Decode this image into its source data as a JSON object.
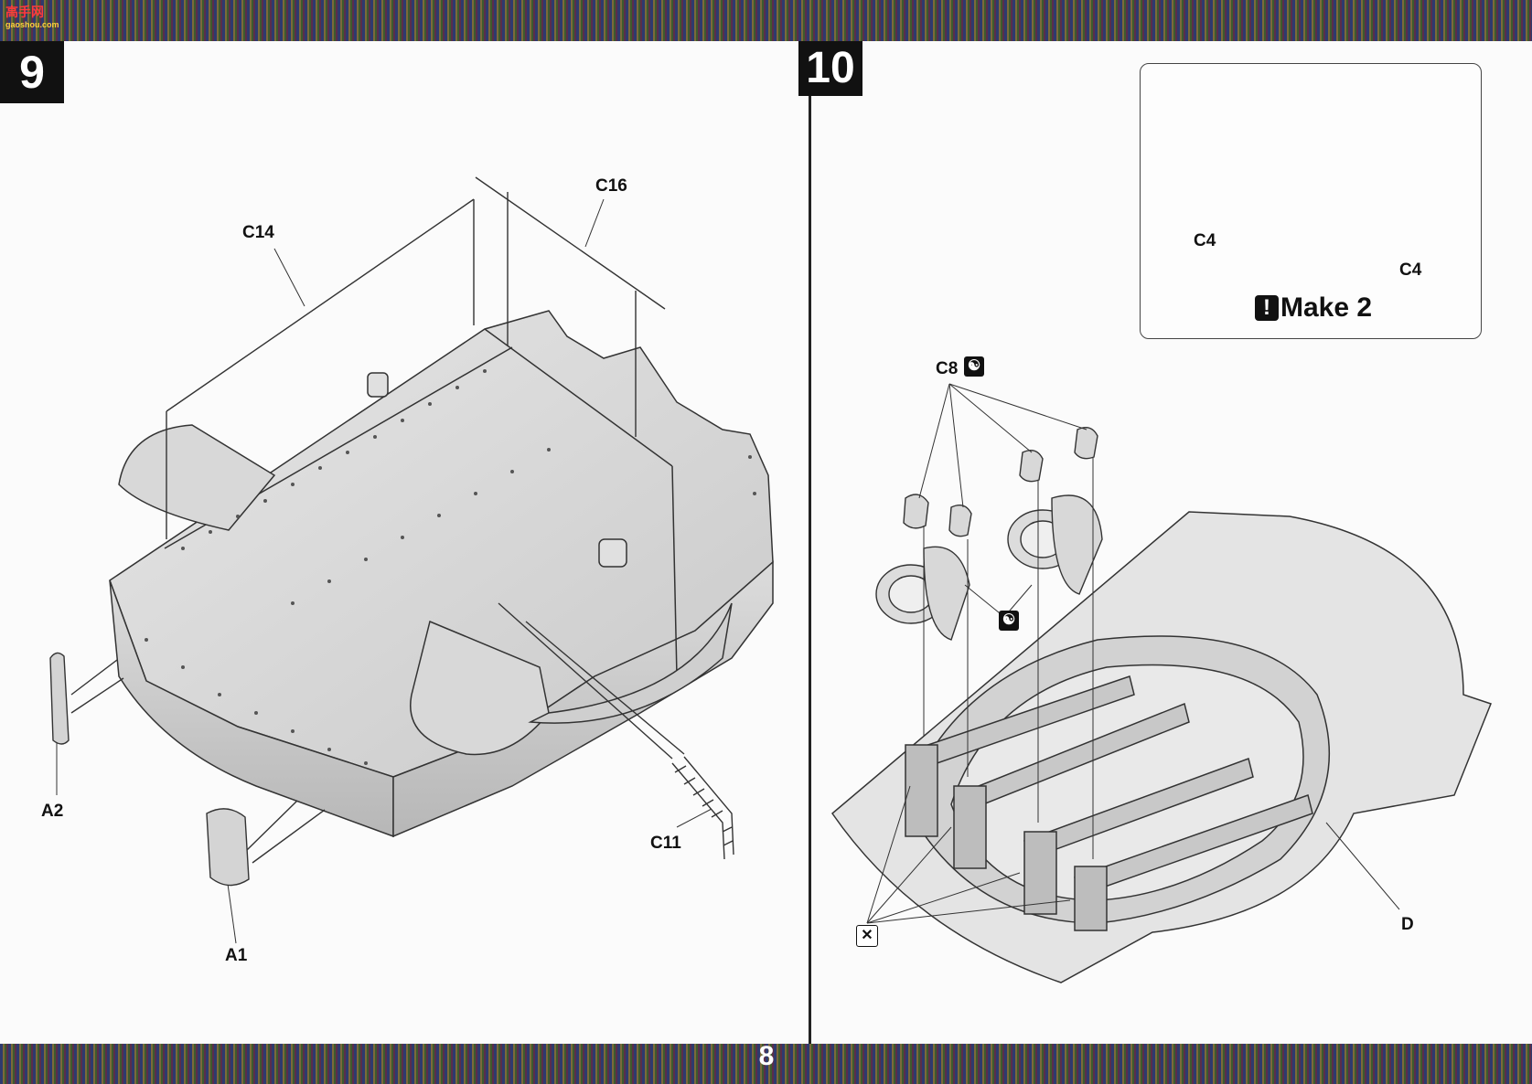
{
  "watermark": {
    "brand_top": "高手网",
    "brand_bottom": "gaoshou.com"
  },
  "page_number": "8",
  "step9": {
    "number": "9",
    "parts": {
      "c14": "C14",
      "c16": "C16",
      "a2": "A2",
      "a1": "A1",
      "c11": "C11"
    }
  },
  "step10": {
    "number": "10",
    "parts": {
      "c8": "C8",
      "c4_left": "C4",
      "c4_right": "C4",
      "d": "D"
    },
    "note": "Make 2"
  },
  "icons": {
    "warning": "exclamation-icon",
    "symmetric": "yin-yang-icon",
    "remove": "cut-off-icon"
  }
}
